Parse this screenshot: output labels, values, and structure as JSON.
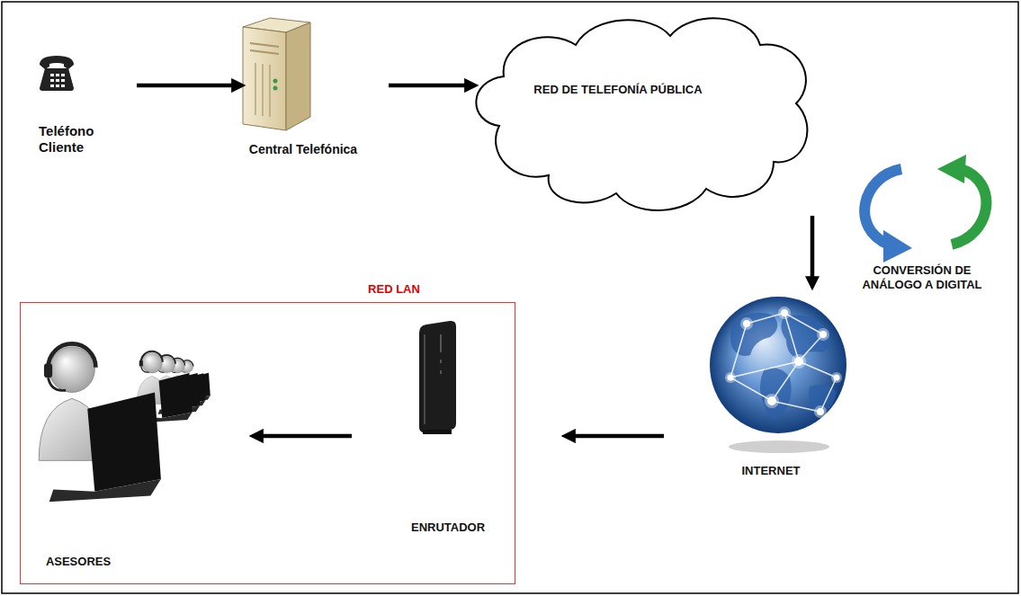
{
  "diagram": {
    "nodes": [
      {
        "text": [
          "Teléfono Cliente"
        ]
      },
      {
        "text": [
          "Central Telefónica"
        ]
      },
      {
        "text": [
          "RED DE TELEFONÍA PÚBLICA"
        ]
      },
      {
        "text": [
          "INTERNET"
        ]
      },
      {
        "text": [
          "RED LAN"
        ]
      },
      {
        "text": [
          "ENRUTADOR"
        ],
        "in": 4
      },
      {
        "text": [
          "ASESORES"
        ],
        "in": 4
      }
    ],
    "edges": [
      {
        "from": 0,
        "to": 1,
        "arrow": "to"
      },
      {
        "from": 1,
        "to": 2,
        "arrow": "to"
      },
      {
        "from": 2,
        "to": 3,
        "arrow": "to"
      },
      {
        "from": 3,
        "to": 5,
        "arrow": "to"
      },
      {
        "from": 5,
        "to": 6,
        "arrow": "to"
      }
    ],
    "labels": [
      "CONVERSIÓN DE ANÁLOGO A DIGITAL"
    ]
  }
}
